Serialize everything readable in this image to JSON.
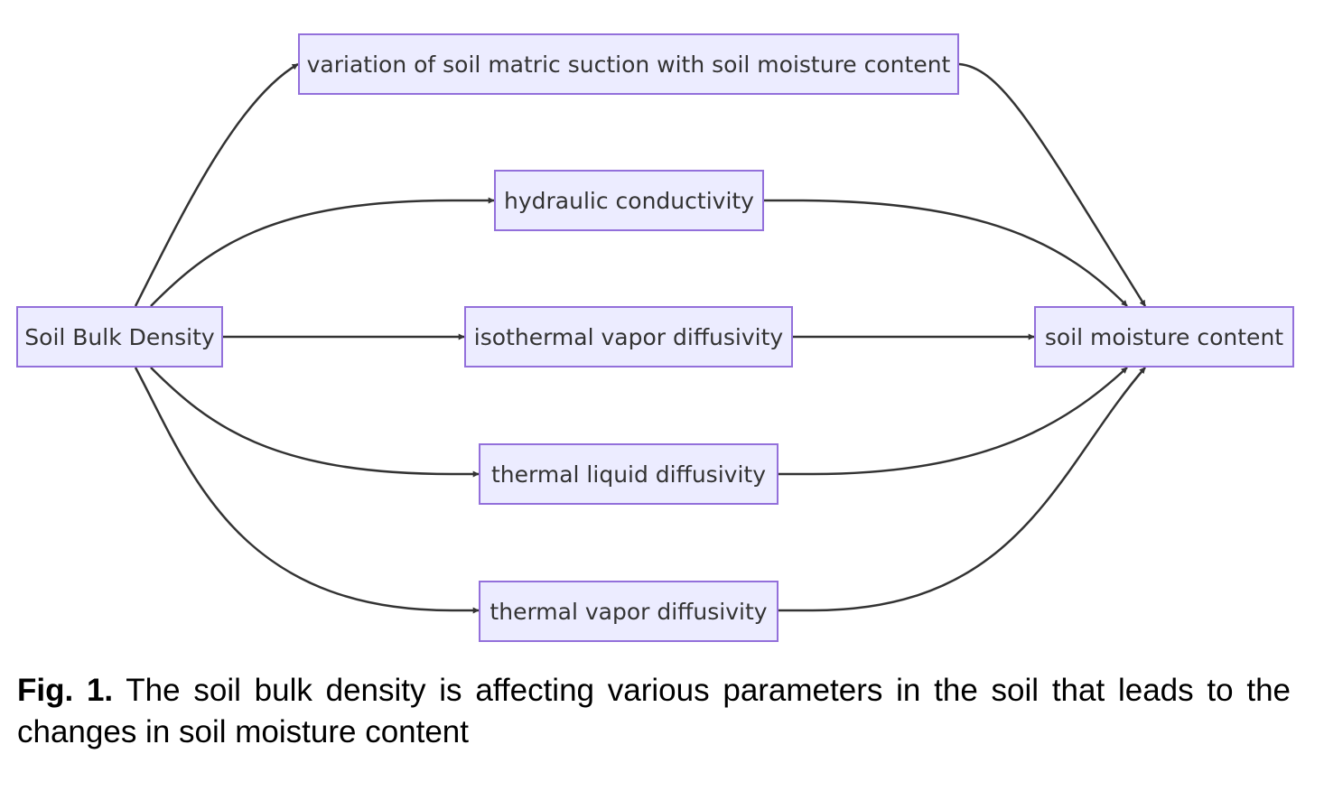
{
  "diagram": {
    "nodes": {
      "source": "Soil Bulk Density",
      "matric": "variation of soil matric suction with soil moisture content",
      "hydraulic": "hydraulic conductivity",
      "isovapor": "isothermal vapor diffusivity",
      "thermliquid": "thermal liquid diffusivity",
      "thermvapor": "thermal vapor diffusivity",
      "target": "soil moisture content"
    },
    "edges": [
      {
        "from": "source",
        "to": "matric"
      },
      {
        "from": "source",
        "to": "hydraulic"
      },
      {
        "from": "source",
        "to": "isovapor"
      },
      {
        "from": "source",
        "to": "thermliquid"
      },
      {
        "from": "source",
        "to": "thermvapor"
      },
      {
        "from": "matric",
        "to": "target"
      },
      {
        "from": "hydraulic",
        "to": "target"
      },
      {
        "from": "isovapor",
        "to": "target"
      },
      {
        "from": "thermliquid",
        "to": "target"
      },
      {
        "from": "thermvapor",
        "to": "target"
      }
    ],
    "colors": {
      "node_fill": "#ececff",
      "node_border": "#9370db",
      "edge": "#333333",
      "text": "#333333"
    }
  },
  "caption": {
    "label": "Fig. 1.",
    "text": " The soil bulk density is affecting various parameters in the soil that leads to the changes in soil moisture content"
  }
}
